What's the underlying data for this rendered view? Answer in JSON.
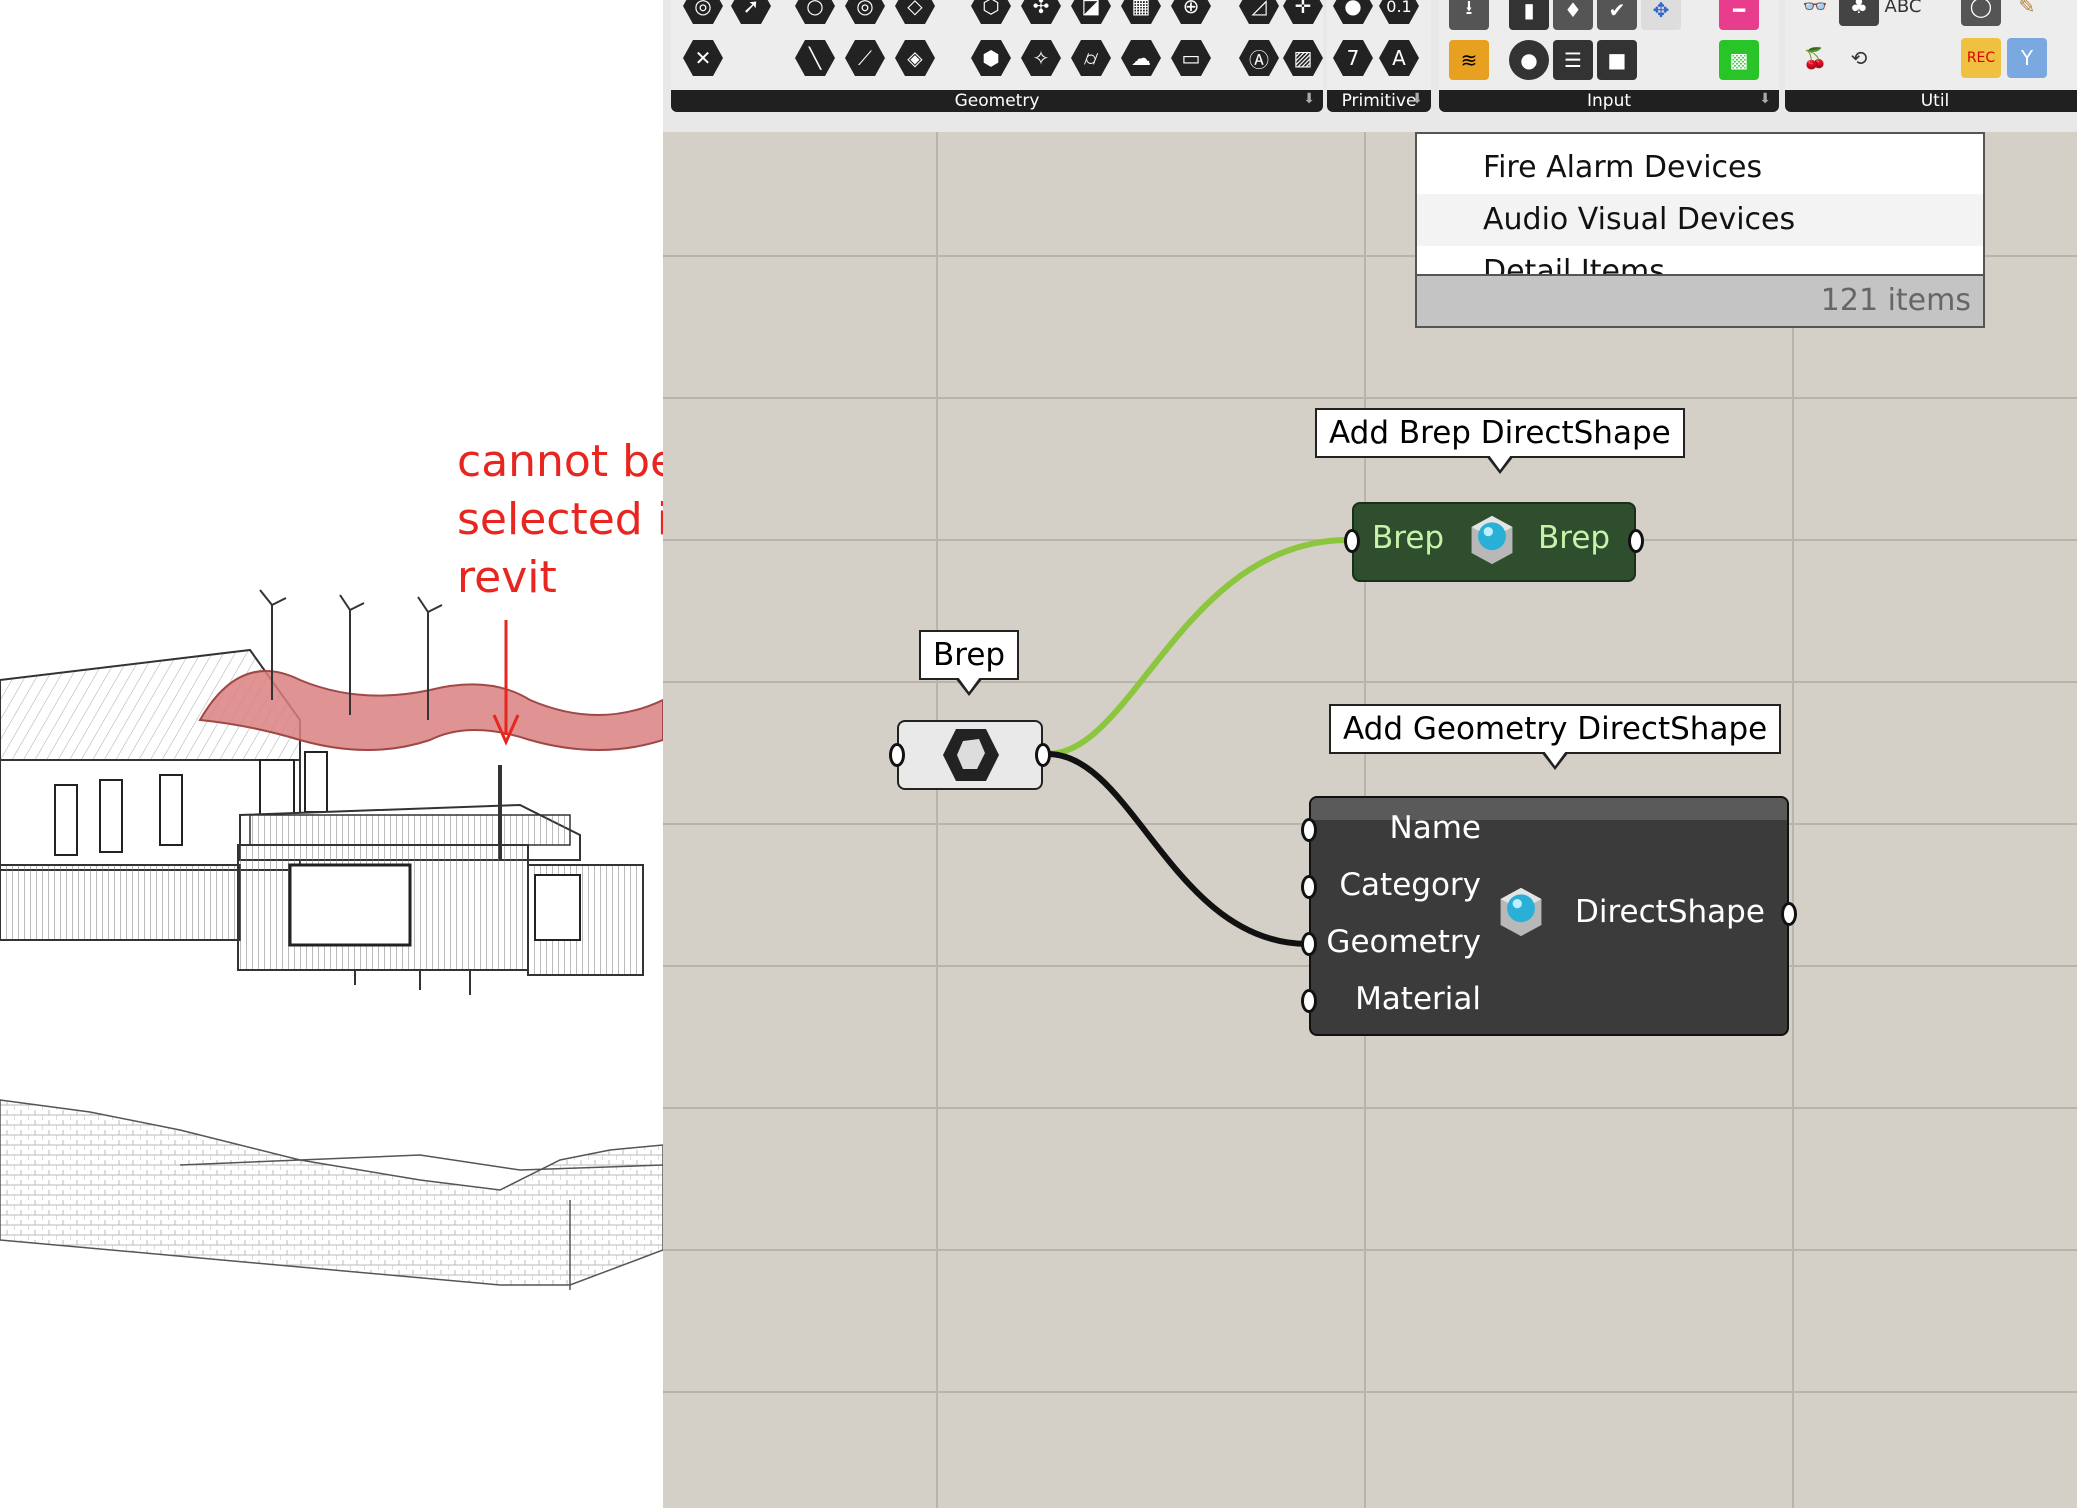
{
  "annotation": {
    "text": "cannot be selected in revit",
    "color": "#e8261f"
  },
  "toolbar": {
    "panels": [
      {
        "label": "Geometry"
      },
      {
        "label": "Primitive"
      },
      {
        "label": "Input"
      },
      {
        "label": "Util"
      }
    ]
  },
  "dropdown": {
    "clipped_top": "…",
    "items": [
      "Fire Alarm Devices",
      "Audio Visual Devices"
    ],
    "clipped_bottom": "Detail Items",
    "count": "121 items"
  },
  "callouts": {
    "brep": "Brep",
    "add_brep": "Add Brep DirectShape",
    "add_geometry": "Add Geometry DirectShape"
  },
  "nodes": {
    "brep_ds": {
      "input": "Brep",
      "output": "Brep"
    },
    "geom_ds": {
      "inputs": [
        "Name",
        "Category",
        "Geometry",
        "Material"
      ],
      "output": "DirectShape"
    }
  },
  "colors": {
    "canvas": "#d4d0c8",
    "grid": "#b8b4ac",
    "wire_green": "#8cc63f",
    "wire_black": "#111111",
    "roof_highlight": "#d9807f"
  }
}
